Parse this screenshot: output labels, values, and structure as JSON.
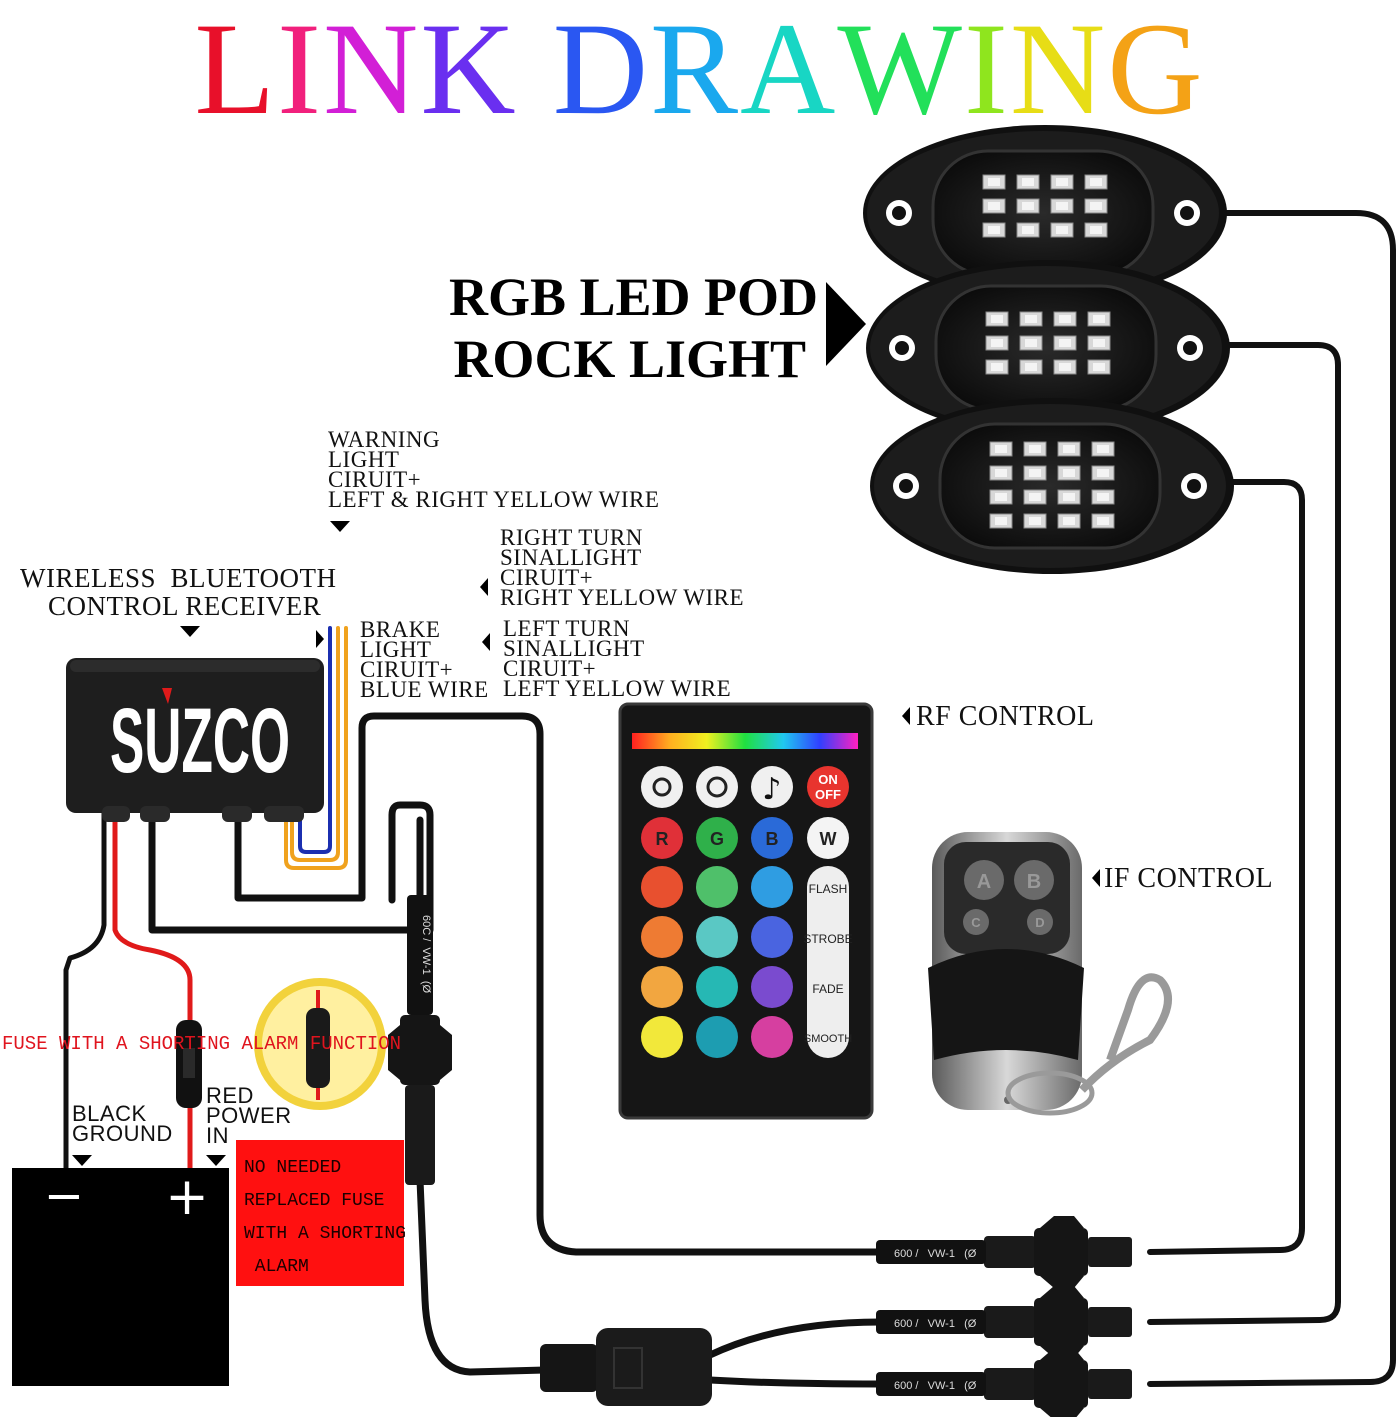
{
  "title": "LINK DRAWING",
  "title_colors": [
    "#e8102a",
    "#f1207c",
    "#d21fd6",
    "#6a2ff0",
    "#2a57f2",
    "#1aa8ee",
    "#18d6c4",
    "#22e05a",
    "#8fe51e",
    "#e7dd16",
    "#f4a216",
    "#ef5a18"
  ],
  "pod_label": [
    "RGB LED POD",
    "ROCK LIGHT"
  ],
  "receiver_label": [
    "WIRELESS  BLUETOOTH",
    "CONTROL RECEIVER"
  ],
  "brand": "SUZCO",
  "warning_label": [
    "WARNING",
    "LIGHT",
    "CIRUIT+",
    "LEFT & RIGHT YELLOW WIRE"
  ],
  "right_turn_label": [
    "RIGHT TURN",
    "SINALLIGHT",
    "CIRUIT+",
    "RIGHT YELLOW WIRE"
  ],
  "brake_label": [
    "BRAKE",
    "LIGHT",
    "CIRUIT+",
    "BLUE WIRE"
  ],
  "left_turn_label": [
    "LEFT TURN",
    "SINALLIGHT",
    "CIRUIT+",
    "LEFT YELLOW WIRE"
  ],
  "rf_control_label": "RF CONTROL",
  "if_control_label": "IF CONTROL",
  "fuse_label": "FUSE WITH A SHORTING ALARM FUNCTION",
  "black_ground_label": [
    "BLACK",
    "GROUND"
  ],
  "red_power_label": [
    "RED",
    "POWER",
    "IN"
  ],
  "no_needed_label": [
    "NO NEEDED",
    "REPLACED FUSE",
    "WITH A SHORTING",
    " ALARM"
  ],
  "battery": {
    "minus": "−",
    "plus": "+"
  },
  "remote": {
    "on_off": [
      "ON",
      "OFF"
    ],
    "rgbw": [
      "R",
      "G",
      "B",
      "W"
    ],
    "modes": [
      "FLASH",
      "STROBE",
      "FADE",
      "SMOOTH"
    ],
    "color_grid": [
      "#e8502f",
      "#4fc06a",
      "#2f9de2",
      "#ee7b33",
      "#5ac8c4",
      "#4a64e0",
      "#f2a640",
      "#26b8b4",
      "#7a4bcf",
      "#f2e83a",
      "#1d9db1",
      "#d63fa0"
    ]
  },
  "keyfob": {
    "buttons": [
      "A",
      "B",
      "C",
      "D"
    ]
  },
  "cable_marking": "600 /   VW-1   (Ø",
  "cable_marking_vertical": "60C /  VW-1  (Ø",
  "colors": {
    "wire_black": "#111111",
    "wire_red": "#e01a1a",
    "wire_blue": "#1b2fb0",
    "wire_yellow": "#f0a21e",
    "fuse_alarm_text": "#e0141e",
    "red_box": "#ff1010"
  }
}
